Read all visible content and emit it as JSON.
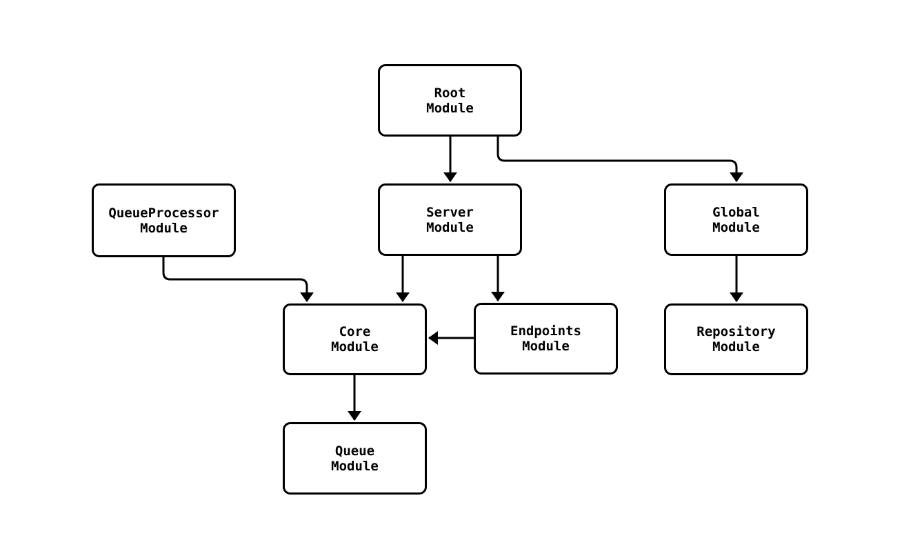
{
  "diagram": {
    "type": "module-dependency-flowchart",
    "colors": {
      "background": "#ffffff",
      "node_fill": "#ffffff",
      "node_border": "#000000",
      "edge": "#000000",
      "text": "#000000"
    },
    "nodes": {
      "root": {
        "label": "Root\nModule"
      },
      "queueprocessor": {
        "label": "QueueProcessor\nModule"
      },
      "server": {
        "label": "Server\nModule"
      },
      "global": {
        "label": "Global\nModule"
      },
      "core": {
        "label": "Core\nModule"
      },
      "endpoints": {
        "label": "Endpoints\nModule"
      },
      "repository": {
        "label": "Repository\nModule"
      },
      "queue": {
        "label": "Queue\nModule"
      }
    },
    "edges": [
      {
        "from": "Root Module",
        "to": "Server Module"
      },
      {
        "from": "Root Module",
        "to": "Global Module"
      },
      {
        "from": "QueueProcessor Module",
        "to": "Core Module"
      },
      {
        "from": "Server Module",
        "to": "Core Module"
      },
      {
        "from": "Server Module",
        "to": "Endpoints Module"
      },
      {
        "from": "Endpoints Module",
        "to": "Core Module"
      },
      {
        "from": "Global Module",
        "to": "Repository Module"
      },
      {
        "from": "Core Module",
        "to": "Queue Module"
      }
    ]
  }
}
